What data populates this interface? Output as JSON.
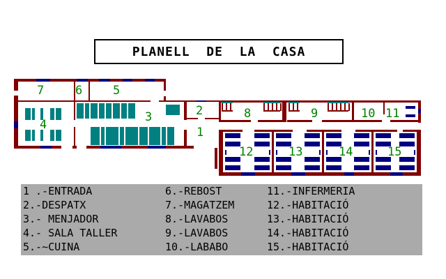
{
  "title": "PLANELL  DE  LA  CASA",
  "colors": {
    "wall": "#800000",
    "window": "#000080",
    "furniture": "#008080",
    "label": "#008000",
    "legend_bg": "#aaaaaa"
  },
  "room_labels": [
    "1",
    "2",
    "3",
    "4",
    "5",
    "6",
    "7",
    "8",
    "9",
    "10",
    "11",
    "12",
    "13",
    "14",
    "15"
  ],
  "legend": [
    "1 .-ENTRADA",
    "2.-DESPATX",
    "3.- MENJADOR",
    "4.- SALA TALLER",
    "5.-~CUINA",
    "6.-REBOST",
    "7.-MAGATZEM",
    "8.-LAVABOS",
    "9.-LAVABOS",
    "10.-LABABO",
    "11.-INFERMERIA",
    "12.-HABITACIÓ",
    "13.-HABITACIÓ",
    "14.-HABITACIÓ",
    "15.-HABITACIÓ"
  ]
}
